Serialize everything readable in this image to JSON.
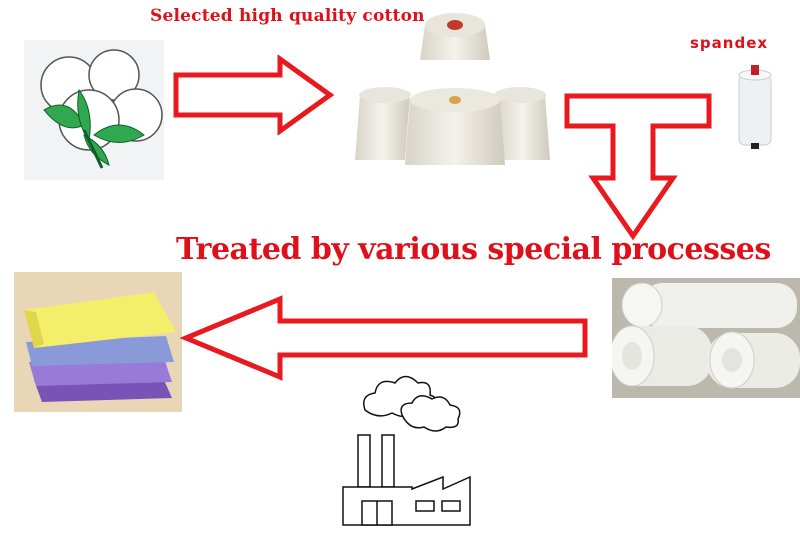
{
  "labels": {
    "top": "Selected high quality cotton",
    "spandex": "spandex",
    "middle": "Treated by various special processes"
  },
  "colors": {
    "arrow_red": "#e8191f",
    "text_red": "#e0101a",
    "leaf_green": "#2fa84f"
  },
  "icons": [
    "cotton-boll-icon",
    "yarn-cones-icon",
    "spandex-spool-icon",
    "fabric-rolls-icon",
    "folded-fabric-icon",
    "factory-icon"
  ]
}
